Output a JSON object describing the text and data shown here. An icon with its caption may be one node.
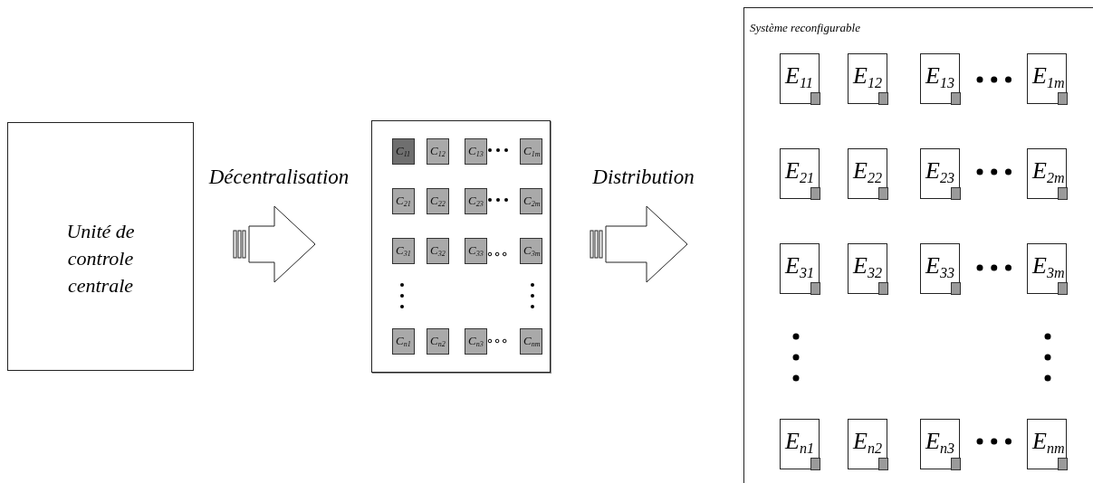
{
  "diagram": {
    "nodes": [
      {
        "text": [
          "Unité de controle centrale"
        ]
      },
      {
        "text": [],
        "shape": "box"
      },
      {
        "text": [
          "C$_{11}$"
        ],
        "in": 1
      },
      {
        "text": [
          "C$_{12}$"
        ],
        "in": 1
      },
      {
        "text": [
          "C$_{13}$"
        ],
        "in": 1
      },
      {
        "text": [
          "C$_{1m}$"
        ],
        "in": 1
      },
      {
        "text": [
          "C$_{21}$"
        ],
        "in": 1
      },
      {
        "text": [
          "C$_{22}$"
        ],
        "in": 1
      },
      {
        "text": [
          "C$_{23}$"
        ],
        "in": 1
      },
      {
        "text": [
          "C$_{2m}$"
        ],
        "in": 1
      },
      {
        "text": [
          "C$_{31}$"
        ],
        "in": 1
      },
      {
        "text": [
          "C$_{32}$"
        ],
        "in": 1
      },
      {
        "text": [
          "C$_{33}$"
        ],
        "in": 1
      },
      {
        "text": [
          "C$_{3m}$"
        ],
        "in": 1
      },
      {
        "text": [
          "C$_{n1}$"
        ],
        "in": 1
      },
      {
        "text": [
          "C$_{n2}$"
        ],
        "in": 1
      },
      {
        "text": [
          "C$_{n3}$"
        ],
        "in": 1
      },
      {
        "text": [
          "C$_{nm}$"
        ],
        "in": 1
      },
      {
        "text": [
          "Système reconfigurable"
        ]
      },
      {
        "text": [
          "E$_{11}$"
        ],
        "in": 18
      },
      {
        "text": [],
        "shape": "box",
        "in": 19
      },
      {
        "text": [
          "E$_{12}$"
        ],
        "in": 18
      },
      {
        "text": [],
        "shape": "box",
        "in": 21
      },
      {
        "text": [
          "E$_{13}$"
        ],
        "in": 18
      },
      {
        "text": [],
        "shape": "box",
        "in": 23
      },
      {
        "text": [
          "E$_{1m}$"
        ],
        "in": 18
      },
      {
        "text": [],
        "shape": "box",
        "in": 25
      },
      {
        "text": [
          "E$_{21}$"
        ],
        "in": 18
      },
      {
        "text": [],
        "shape": "box",
        "in": 27
      },
      {
        "text": [
          "E$_{22}$"
        ],
        "in": 18
      },
      {
        "text": [],
        "shape": "box",
        "in": 29
      },
      {
        "text": [
          "E$_{23}$"
        ],
        "in": 18
      },
      {
        "text": [],
        "shape": "box",
        "in": 31
      },
      {
        "text": [
          "E$_{2m}$"
        ],
        "in": 18
      },
      {
        "text": [],
        "shape": "box",
        "in": 33
      },
      {
        "text": [
          "E$_{31}$"
        ],
        "in": 18
      },
      {
        "text": [],
        "shape": "box",
        "in": 35
      },
      {
        "text": [
          "E$_{32}$"
        ],
        "in": 18
      },
      {
        "text": [],
        "shape": "box",
        "in": 37
      },
      {
        "text": [
          "E$_{33}$"
        ],
        "in": 18
      },
      {
        "text": [],
        "shape": "box",
        "in": 39
      },
      {
        "text": [
          "E$_{3m}$"
        ],
        "in": 18
      },
      {
        "text": [],
        "shape": "box",
        "in": 41
      },
      {
        "text": [
          "E$_{n1}$"
        ],
        "in": 18
      },
      {
        "text": [],
        "shape": "box",
        "in": 43
      },
      {
        "text": [
          "E$_{n2}$"
        ],
        "in": 18
      },
      {
        "text": [],
        "shape": "box",
        "in": 45
      },
      {
        "text": [
          "E$_{n3}$"
        ],
        "in": 18
      },
      {
        "text": [],
        "shape": "box",
        "in": 47
      },
      {
        "text": [
          "E$_{nm}$"
        ],
        "in": 18
      },
      {
        "text": [],
        "shape": "box",
        "in": 49
      }
    ],
    "edges": [
      {
        "from": 0,
        "to": 1,
        "arrow": "to",
        "label": "Décentralisation"
      },
      {
        "from": 1,
        "to": 18,
        "arrow": "to",
        "label": "Distribution"
      }
    ]
  }
}
